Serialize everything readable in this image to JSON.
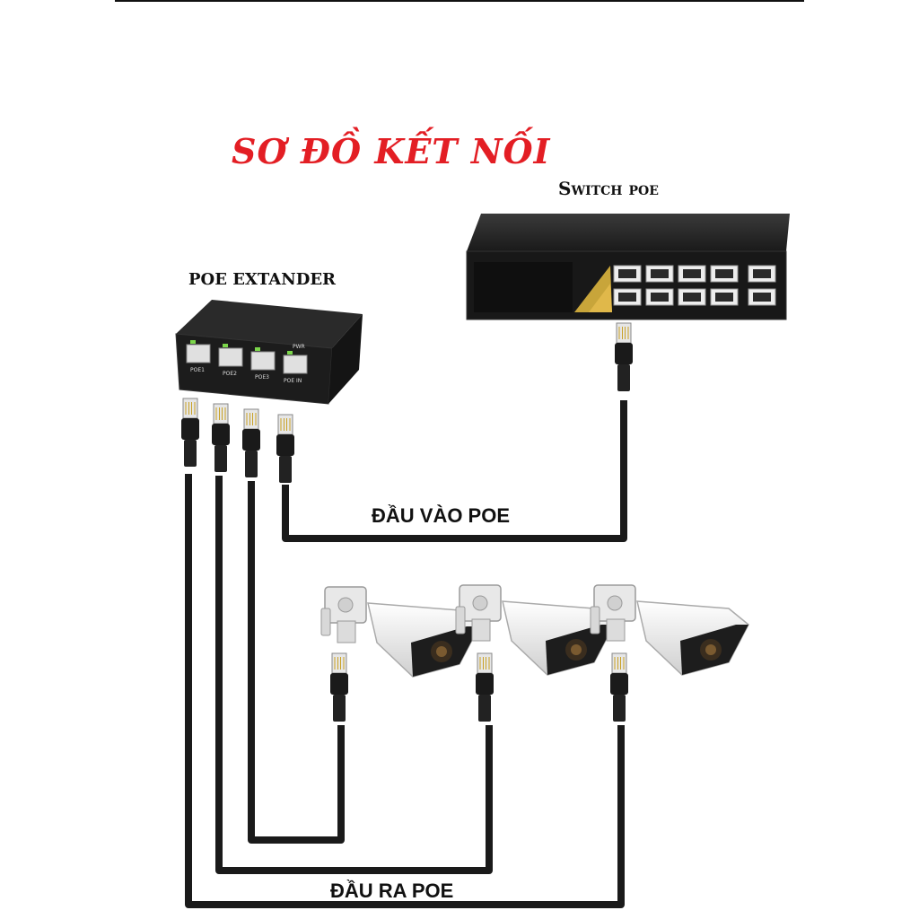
{
  "title": "SƠ ĐỒ KẾT NỐI",
  "labels": {
    "switch": "Switch poe",
    "extender": "POE EXTANDER",
    "input": "ĐẦU VÀO POE",
    "output": "ĐẦU RA POE"
  },
  "extender_ports": [
    "POE1",
    "POE2",
    "POE3",
    "POE IN"
  ],
  "extender_pwr": "PWR",
  "colors": {
    "title": "#e31e24",
    "cable": "#1a1a1a",
    "device": "#1c1c1c",
    "camera_body": "#f2f2f2"
  }
}
